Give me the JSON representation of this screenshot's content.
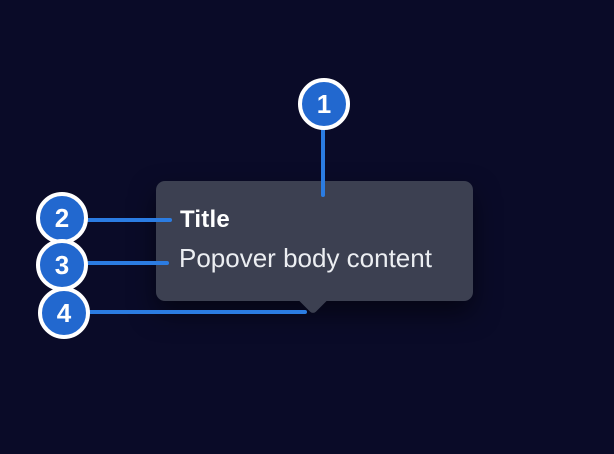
{
  "colors": {
    "background": "#0a0b28",
    "popover_bg": "#3c4051",
    "badge_fill": "#2268cf",
    "badge_ring": "#ffffff",
    "line": "#2b7ce2",
    "title_color": "#ffffff",
    "body_color": "#eceef2"
  },
  "popover": {
    "title": "Title",
    "body": "Popover body content"
  },
  "callouts": [
    {
      "number": "1"
    },
    {
      "number": "2"
    },
    {
      "number": "3"
    },
    {
      "number": "4"
    }
  ]
}
